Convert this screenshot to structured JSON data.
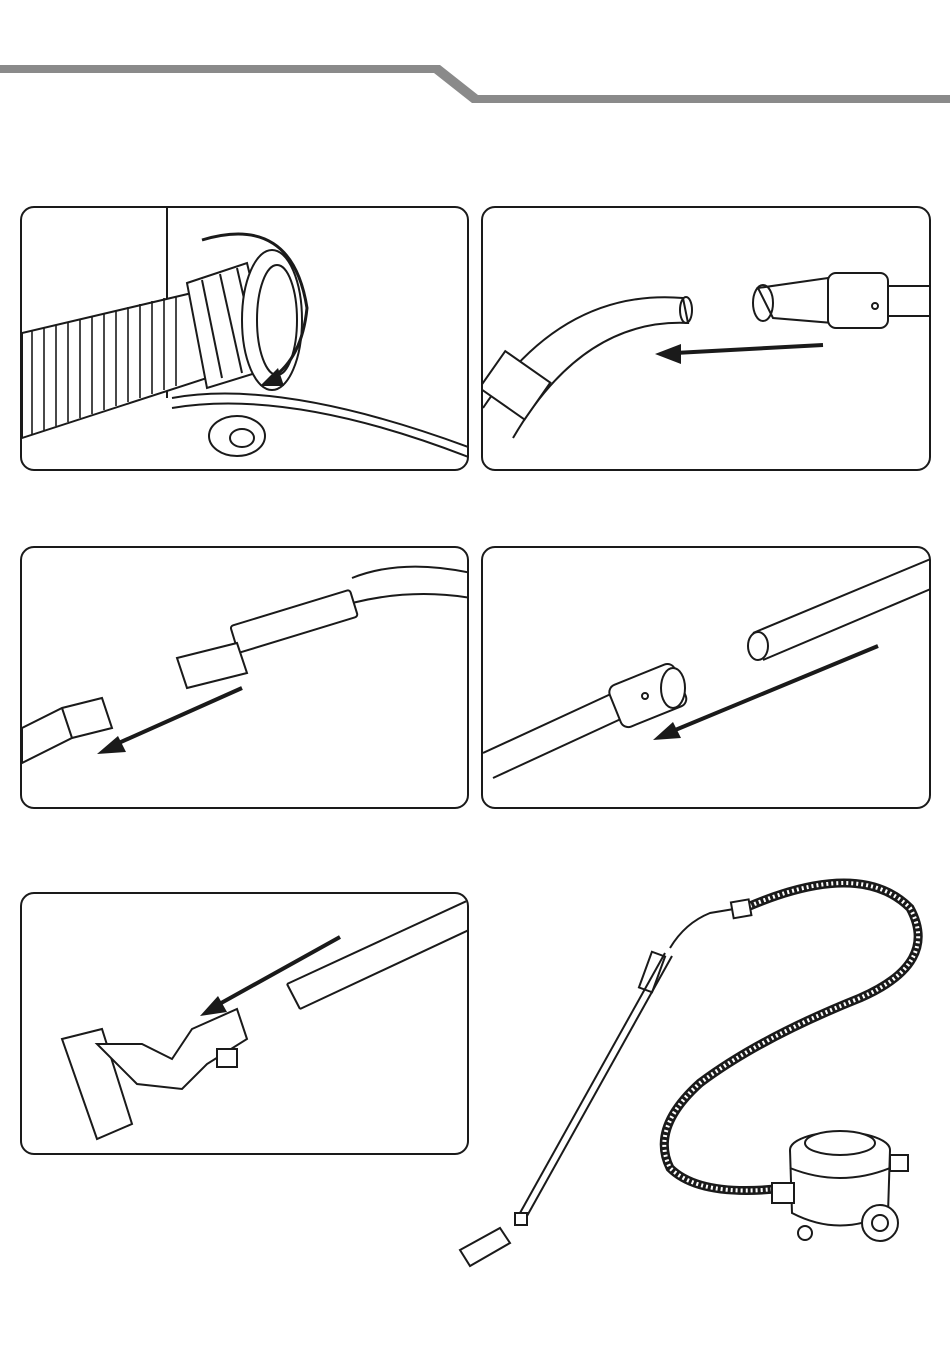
{
  "document": {
    "type": "assembly-instructions",
    "header_accent_color": "#8a8a8a",
    "line_color": "#1a1a1a",
    "steps": [
      {
        "id": 1,
        "action": "twist-connect-hose",
        "icon": "rotate-arrow-icon"
      },
      {
        "id": 2,
        "action": "attach-wand-handle",
        "icon": "arrow-left-icon"
      },
      {
        "id": 3,
        "action": "connect-tube",
        "icon": "arrow-down-left-icon"
      },
      {
        "id": 4,
        "action": "join-tubes",
        "icon": "arrow-down-left-icon"
      },
      {
        "id": 5,
        "action": "attach-floor-tool",
        "icon": "arrow-down-left-icon"
      },
      {
        "id": 6,
        "action": "assembled-vacuum"
      }
    ]
  }
}
